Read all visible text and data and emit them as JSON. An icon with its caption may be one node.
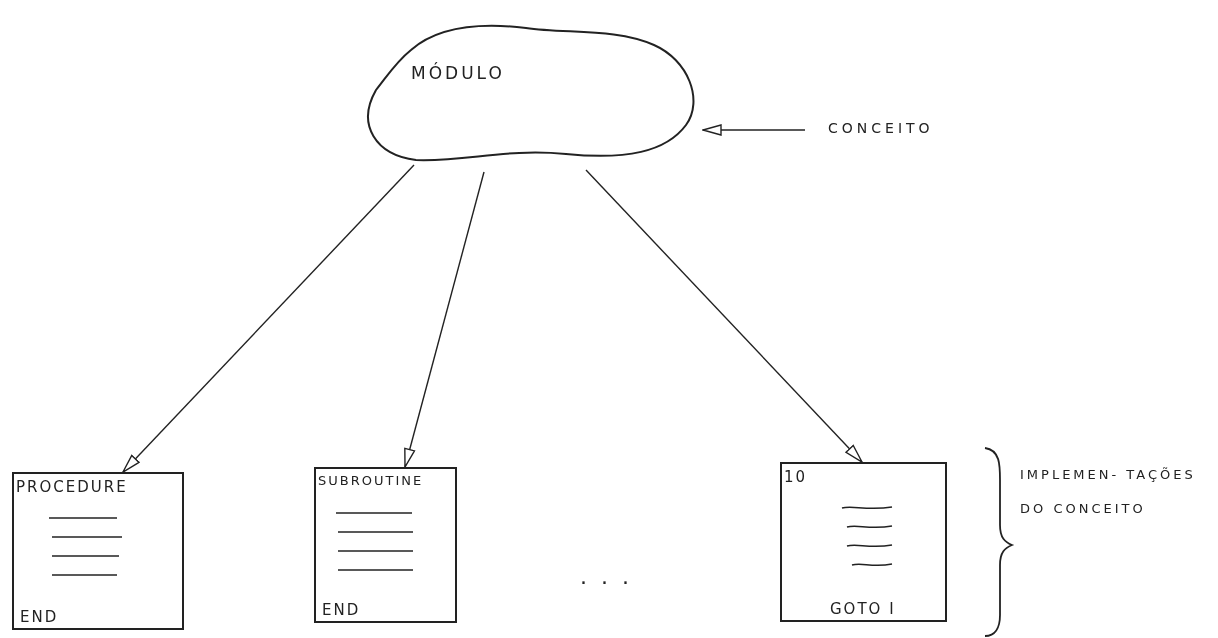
{
  "diagram": {
    "nodes": [
      {
        "text": [
          "MÓDULO"
        ]
      },
      {
        "text": [
          "CONCEITO"
        ]
      },
      {
        "text": [
          "PROCEDURE",
          "END"
        ]
      },
      {
        "text": [
          "SUBROUTINE",
          "END"
        ]
      },
      {
        "text": [
          "10",
          "GOTO I"
        ]
      }
    ],
    "edges": [
      {
        "from": 1,
        "to": 0,
        "arrow": "to"
      },
      {
        "from": 0,
        "to": 2,
        "arrow": "to"
      },
      {
        "from": 0,
        "to": 3,
        "arrow": "to"
      },
      {
        "from": 0,
        "to": 4,
        "arrow": "to"
      }
    ],
    "labels": [
      "...",
      "IMPLEMEN- TAÇÕES DO CONCEITO"
    ]
  }
}
